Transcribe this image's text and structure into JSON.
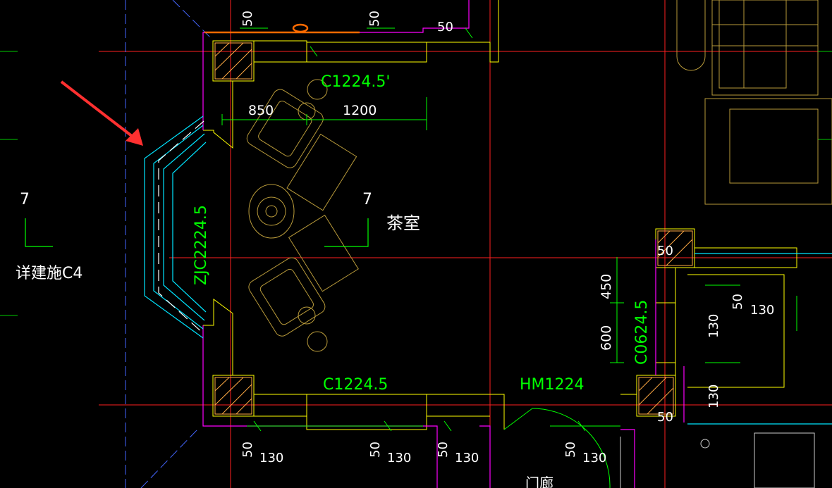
{
  "drawing": {
    "room_name": "茶室",
    "detail_ref": "详建施C4",
    "detail_number_left": "7",
    "detail_number_mid": "7",
    "window_top": "C1224.5'",
    "window_bottom": "C1224.5",
    "window_bay": "ZJC2224.5",
    "window_right": "C0624.5",
    "door_label": "HM1224",
    "door_room_partial": "门廊",
    "dims": {
      "d850": "850",
      "d1200": "1200",
      "d450": "450",
      "d600": "600",
      "d50": "50",
      "d130": "130"
    },
    "colors": {
      "axis": "#ff0000",
      "wall": "#ffff00",
      "outline": "#ff00ff",
      "glazing": "#00ffff",
      "dimension": "#00ff00",
      "furniture": "#b89a3a",
      "pointer": "#ff3030",
      "highlight": "#ff6a00"
    }
  }
}
